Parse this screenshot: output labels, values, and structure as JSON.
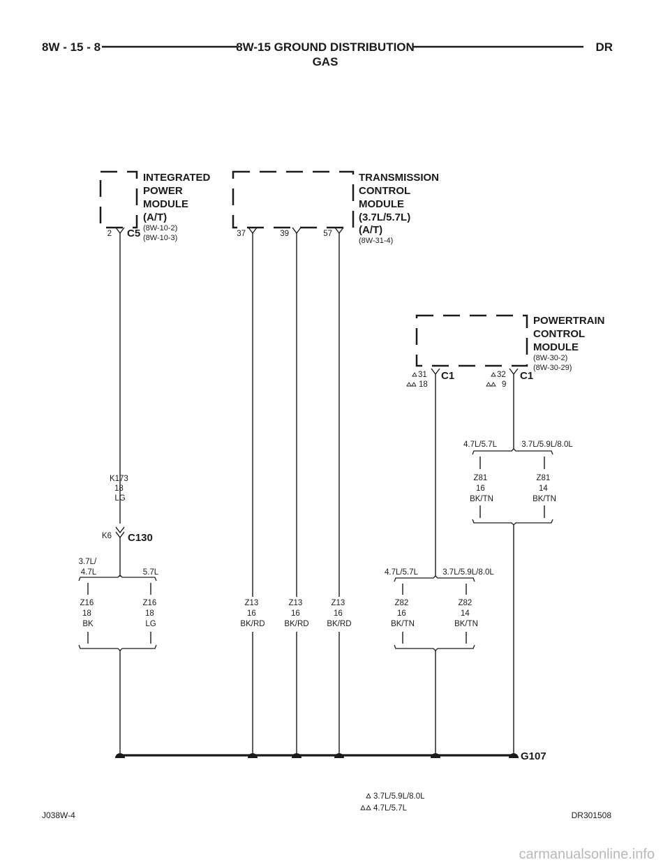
{
  "header": {
    "page_id": "8W - 15 - 8",
    "title_line1": "8W-15 GROUND DISTRIBUTION",
    "title_line2": "GAS",
    "section": "DR"
  },
  "modules": {
    "ipm": {
      "title_lines": [
        "INTEGRATED",
        "POWER",
        "MODULE",
        "(A/T)"
      ],
      "ref_lines": [
        "(8W-10-2)",
        "(8W-10-3)"
      ],
      "connector": "C5",
      "pin": "2"
    },
    "tcm": {
      "title_lines": [
        "TRANSMISSION",
        "CONTROL",
        "MODULE",
        "(3.7L/5.7L)",
        "(A/T)"
      ],
      "ref_lines": [
        "(8W-31-4)"
      ],
      "pins": [
        "37",
        "39",
        "57"
      ]
    },
    "pcm": {
      "title_lines": [
        "POWERTRAIN",
        "CONTROL",
        "MODULE"
      ],
      "ref_lines": [
        "(8W-30-2)",
        "(8W-30-29)"
      ],
      "pin_a": {
        "single": "31",
        "double": "18",
        "connector": "C1"
      },
      "pin_b": {
        "single": "32",
        "double": "9",
        "connector": "C1"
      }
    }
  },
  "wires": {
    "k173": [
      "K173",
      "18",
      "LG"
    ],
    "inline_connector": {
      "pin": "K6",
      "name": "C130"
    },
    "ipm_split": {
      "left": [
        "3.7L/",
        "4.7L"
      ],
      "right": "5.7L"
    },
    "z16_left": [
      "Z16",
      "18",
      "BK"
    ],
    "z16_right": [
      "Z16",
      "18",
      "LG"
    ],
    "z13": [
      "Z13",
      "16",
      "BK/RD"
    ],
    "pcm_split_upper": {
      "left": "4.7L/5.7L",
      "right": "3.7L/5.9L/8.0L"
    },
    "z81_left": [
      "Z81",
      "16",
      "BK/TN"
    ],
    "z81_right": [
      "Z81",
      "14",
      "BK/TN"
    ],
    "pcm_split_lower": {
      "left": "4.7L/5.7L",
      "right": "3.7L/5.9L/8.0L"
    },
    "z82_left": [
      "Z82",
      "16",
      "BK/TN"
    ],
    "z82_right": [
      "Z82",
      "14",
      "BK/TN"
    ]
  },
  "ground": {
    "name": "G107"
  },
  "legend": {
    "single": {
      "symbol": "single-triangle-icon",
      "text": "3.7L/5.9L/8.0L"
    },
    "double": {
      "symbol": "double-triangle-icon",
      "text": "4.7L/5.7L"
    }
  },
  "footer": {
    "left": "J038W-4",
    "right": "DR301508"
  },
  "watermark": "carmanualsonline.info"
}
